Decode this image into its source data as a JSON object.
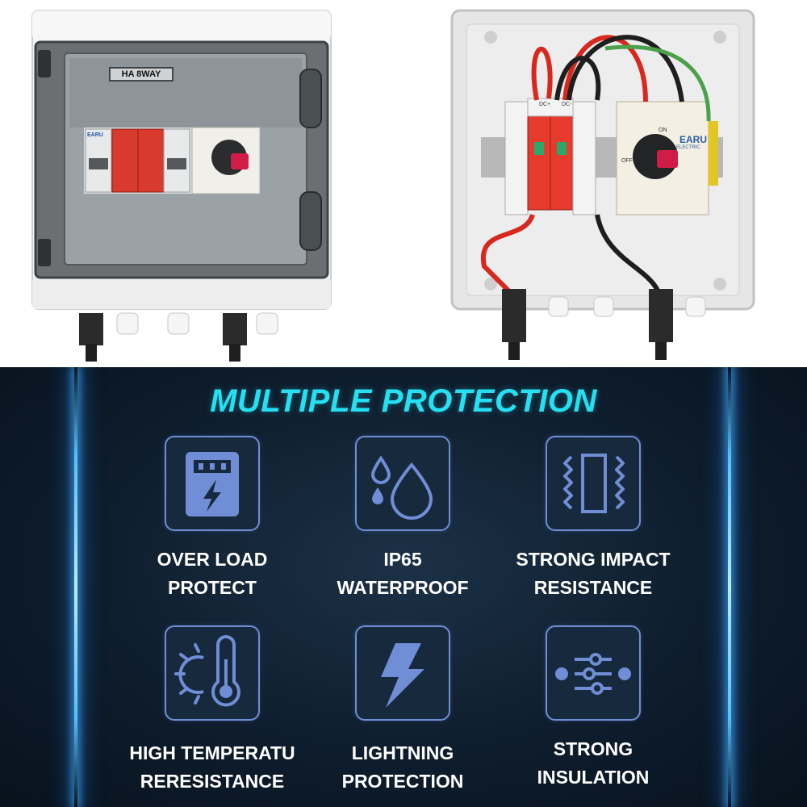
{
  "product": {
    "model_label": "HA 8WAY",
    "brand": "EARU",
    "brand_sub": "ELECTRIC",
    "switch_on": "ON",
    "switch_off": "OFF",
    "polarity_pos": "DC+",
    "polarity_neg": "DC-"
  },
  "features": {
    "title": "MULTIPLE PROTECTION",
    "items": [
      {
        "icon": "overload-meter-icon",
        "line1": "OVER LOAD",
        "line2": "PROTECT"
      },
      {
        "icon": "water-drops-icon",
        "line1": "IP65",
        "line2": "WATERPROOF"
      },
      {
        "icon": "impact-panel-icon",
        "line1": "STRONG IMPACT",
        "line2": "RESISTANCE"
      },
      {
        "icon": "sun-thermometer-icon",
        "line1": "HIGH TEMPERATU",
        "line2": "RERESISTANCE"
      },
      {
        "icon": "lightning-bolt-icon",
        "line1": "LIGHTNING",
        "line2": "PROTECTION"
      },
      {
        "icon": "insulation-sliders-icon",
        "line1": "STRONG",
        "line2": "INSULATION"
      }
    ]
  },
  "colors": {
    "title_cyan": "#24e0f2",
    "icon_blue": "#6f8ed6",
    "background_navy": "#0e1d2d",
    "wire_red": "#d8281e",
    "spd_red": "#d83a2e"
  }
}
